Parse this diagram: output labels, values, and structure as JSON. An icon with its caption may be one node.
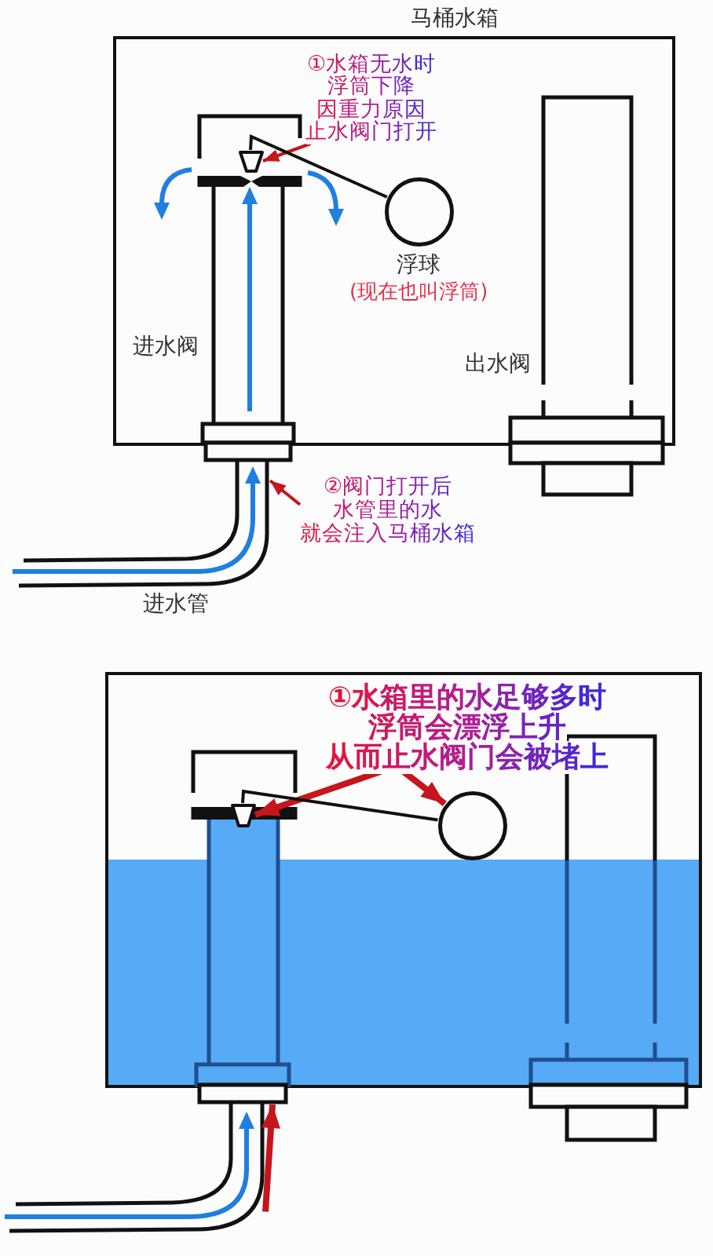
{
  "diagram": {
    "nodes": [
      {
        "text": [
          "马桶水箱"
        ]
      },
      {
        "text": [
          "①水箱无水时浮筒下降因重力原因止水阀门打开"
        ],
        "in": 0
      },
      {
        "text": [],
        "shape": "tube",
        "beside": [
          "进水阀"
        ],
        "in": 0
      },
      {
        "text": [],
        "shape": "trapezoid",
        "in": 2
      },
      {
        "text": [],
        "shape": "circle",
        "beside": [
          "浮球",
          "(现在也叫浮筒)"
        ],
        "in": 0
      },
      {
        "text": [],
        "shape": "tube",
        "beside": [
          "出水阀"
        ]
      },
      {
        "text": [
          "②阀门打开后水管里的水就会注入马桶水箱"
        ]
      },
      {
        "text": [],
        "shape": "pipe",
        "beside": [
          "进水管"
        ]
      },
      {
        "text": [],
        "shape": "box"
      },
      {
        "text": [
          "①水箱里的水足够多时浮筒会漂浮上升从而止水阀门会被堵上"
        ],
        "in": 8
      },
      {
        "text": [],
        "shape": "tube",
        "in": 8
      },
      {
        "text": [],
        "shape": "trapezoid",
        "in": 10
      },
      {
        "text": [],
        "shape": "circle",
        "in": 8
      },
      {
        "text": [],
        "shape": "tube"
      },
      {
        "text": [],
        "shape": "pipe"
      }
    ],
    "edges": [
      {
        "from": 1,
        "to": 3,
        "arrow": "to"
      },
      {
        "from": 3,
        "to": 4,
        "arrow": "none",
        "color": "#111111"
      },
      {
        "from": 6,
        "to": 7,
        "arrow": "to"
      },
      {
        "from": 9,
        "to": 11,
        "arrow": "to",
        "style": "thick"
      },
      {
        "from": 9,
        "to": 12,
        "arrow": "to",
        "style": "thick"
      },
      {
        "from": 11,
        "to": 12,
        "arrow": "none",
        "color": "#111111"
      },
      {
        "from": 14,
        "to": 10,
        "arrow": "to",
        "style": "thick"
      }
    ]
  }
}
